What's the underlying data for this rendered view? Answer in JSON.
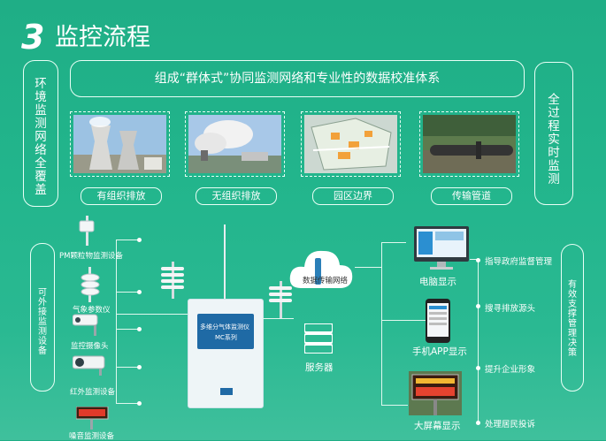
{
  "header": {
    "number": "3",
    "title": "监控流程"
  },
  "left_panel": {
    "text": "环境监测网络全覆盖"
  },
  "right_panel": {
    "text": "全过程实时监测"
  },
  "banner": {
    "text": "组成“群体式”协同监测网络和专业性的数据校准体系"
  },
  "scenes": [
    {
      "label": "有组织排放"
    },
    {
      "label": "无组织排放"
    },
    {
      "label": "园区边界"
    },
    {
      "label": "传输管道"
    }
  ],
  "left_devices": {
    "panel_label": "可外接监测设备",
    "items": [
      {
        "label": "PM颗粒物监测设备"
      },
      {
        "label": "气象参数仪"
      },
      {
        "label": "监控摄像头"
      },
      {
        "label": "红外监测设备"
      },
      {
        "label": "噪音监测设备"
      }
    ]
  },
  "station": {
    "line1": "多维分气体监测仪",
    "line2": "MC系列"
  },
  "cloud": {
    "label": "数据传输网络"
  },
  "server": {
    "label": "服务器"
  },
  "displays": [
    {
      "label": "电脑显示"
    },
    {
      "label": "手机APP显示"
    },
    {
      "label": "大屏幕显示"
    }
  ],
  "right_items": [
    {
      "label": "指导政府监督管理"
    },
    {
      "label": "搜寻排放源头"
    },
    {
      "label": "提升企业形象"
    },
    {
      "label": "处理居民投诉"
    }
  ],
  "right_side": {
    "text": "有效支撑管理决策"
  }
}
